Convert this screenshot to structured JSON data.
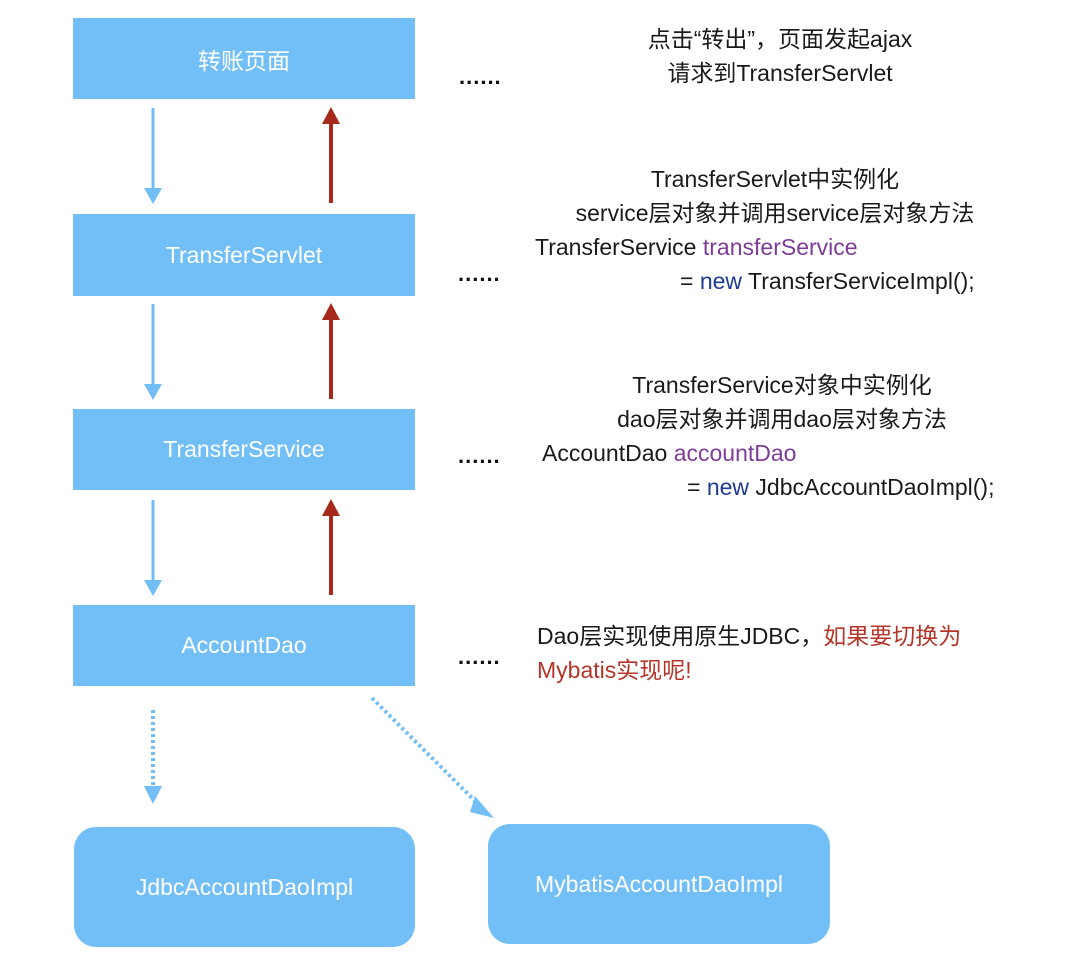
{
  "colors": {
    "box_fill": "#72bff8",
    "box_text": "#ffffff",
    "request_arrow": "#72bff8",
    "response_arrow": "#a52a1c",
    "keyword_purple": "#7d3c98",
    "keyword_navy": "#1f3a93",
    "highlight_red": "#b5352a"
  },
  "nodes": {
    "page": "转账页面",
    "servlet": "TransferServlet",
    "service": "TransferService",
    "dao": "AccountDao",
    "jdbc_impl": "JdbcAccountDaoImpl",
    "mybatis_impl": "MybatisAccountDaoImpl"
  },
  "connector": "......",
  "notes": {
    "page": {
      "line1": "点击“转出”，页面发起ajax",
      "line2": "请求到TransferServlet"
    },
    "servlet": {
      "line1": "TransferServlet中实例化",
      "line2": "service层对象并调用service层对象方法",
      "code_type": "TransferService",
      "code_var": "transferService",
      "code_eq": "=",
      "code_new": "new",
      "code_ctor": "TransferServiceImpl();"
    },
    "service": {
      "line1": "TransferService对象中实例化",
      "line2": "dao层对象并调用dao层对象方法",
      "code_type": "AccountDao",
      "code_var": "accountDao",
      "code_eq": "=",
      "code_new": "new",
      "code_ctor": "JdbcAccountDaoImpl();"
    },
    "dao": {
      "text_plain": "Dao层实现使用原生JDBC，",
      "text_red_1": "如果要切换为",
      "text_red_2": "Mybatis实现呢!"
    }
  },
  "edges": [
    {
      "from": "page",
      "to": "servlet",
      "kind": "request"
    },
    {
      "from": "servlet",
      "to": "page",
      "kind": "response"
    },
    {
      "from": "servlet",
      "to": "service",
      "kind": "request"
    },
    {
      "from": "service",
      "to": "servlet",
      "kind": "response"
    },
    {
      "from": "service",
      "to": "dao",
      "kind": "request"
    },
    {
      "from": "dao",
      "to": "service",
      "kind": "response"
    },
    {
      "from": "dao",
      "to": "jdbc_impl",
      "kind": "implementation"
    },
    {
      "from": "dao",
      "to": "mybatis_impl",
      "kind": "implementation"
    }
  ]
}
